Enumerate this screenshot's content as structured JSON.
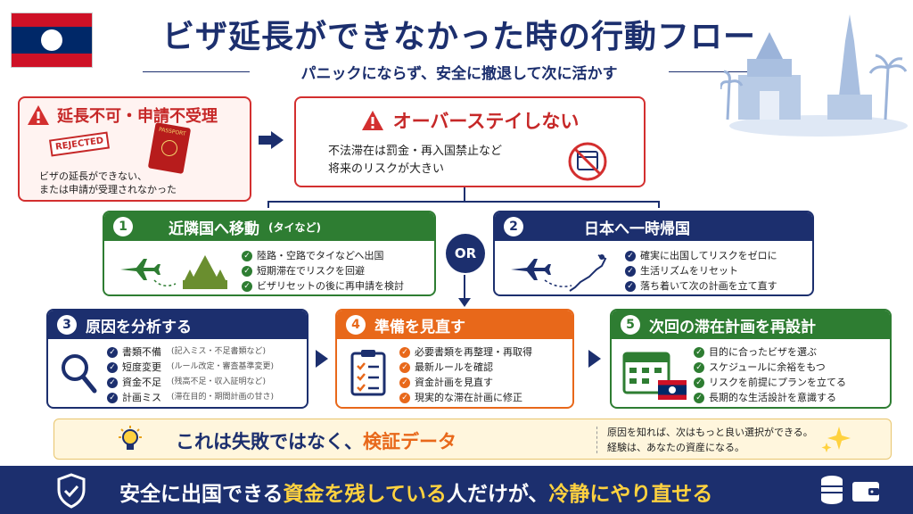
{
  "header": {
    "title": "ビザ延長ができなかった時の行動フロー",
    "subtitle": "パニックにならず、安全に撤退して次に活かす"
  },
  "rejected": {
    "heading": "延長不可・申請不受理",
    "stamp": "REJECTED",
    "passport_label": "PASSPORT",
    "text_line1": "ビザの延長ができない、",
    "text_line2": "または申請が受理されなかった"
  },
  "overstay": {
    "heading": "オーバーステイしない",
    "text_line1": "不法滞在は罰金・再入国禁止など",
    "text_line2": "将来のリスクが大きい"
  },
  "or_label": "OR",
  "step1": {
    "num": "1",
    "title": "近隣国へ移動",
    "title_sub": "(タイなど)",
    "items": [
      "陸路・空路でタイなどへ出国",
      "短期滞在でリスクを回避",
      "ビザリセットの後に再申請を検討"
    ]
  },
  "step2": {
    "num": "2",
    "title": "日本へ一時帰国",
    "items": [
      "確実に出国してリスクをゼロに",
      "生活リズムをリセット",
      "落ち着いて次の計画を立て直す"
    ]
  },
  "step3": {
    "num": "3",
    "title": "原因を分析する",
    "items": [
      {
        "label": "書類不備",
        "note": "(記入ミス・不足書類など)"
      },
      {
        "label": "短度変更",
        "note": "(ルール改定・審査基準変更)"
      },
      {
        "label": "資金不足",
        "note": "(残高不足・収入証明など)"
      },
      {
        "label": "計画ミス",
        "note": "(滞在目的・期間計画の甘さ)"
      }
    ]
  },
  "step4": {
    "num": "4",
    "title": "準備を見直す",
    "items": [
      "必要書類を再整理・再取得",
      "最新ルールを確認",
      "資金計画を見直す",
      "現実的な滞在計画に修正"
    ]
  },
  "step5": {
    "num": "5",
    "title": "次回の滞在計画を再設計",
    "items": [
      "目的に合ったビザを選ぶ",
      "スケジュールに余裕をもつ",
      "リスクを前提にプランを立てる",
      "長期的な生活設計を意識する"
    ]
  },
  "insight": {
    "main_prefix": "これは失敗ではなく、",
    "main_accent": "検証データ",
    "side_line1": "原因を知れば、次はもっと良い選択ができる。",
    "side_line2": "経験は、あなたの資産になる。"
  },
  "footer": {
    "msg_part1": "安全に出国できる",
    "msg_part2": "資金を残している",
    "msg_part3": "人だけが、",
    "msg_part4": "冷静にやり直せる"
  },
  "colors": {
    "navy": "#1c2f6e",
    "red": "#c62828",
    "green": "#2e7d32",
    "orange": "#e8681a",
    "yellow": "#ffd23f"
  },
  "icons": [
    "laos-flag",
    "warning-icon",
    "rejected-stamp",
    "passport-icon",
    "no-calendar-icon",
    "airplane-icon",
    "temple-icon",
    "japan-map-icon",
    "magnifier-icon",
    "checklist-icon",
    "calendar-icon",
    "lightbulb-icon",
    "sparkle-icon",
    "shield-icon",
    "coins-icon",
    "wallet-icon"
  ]
}
